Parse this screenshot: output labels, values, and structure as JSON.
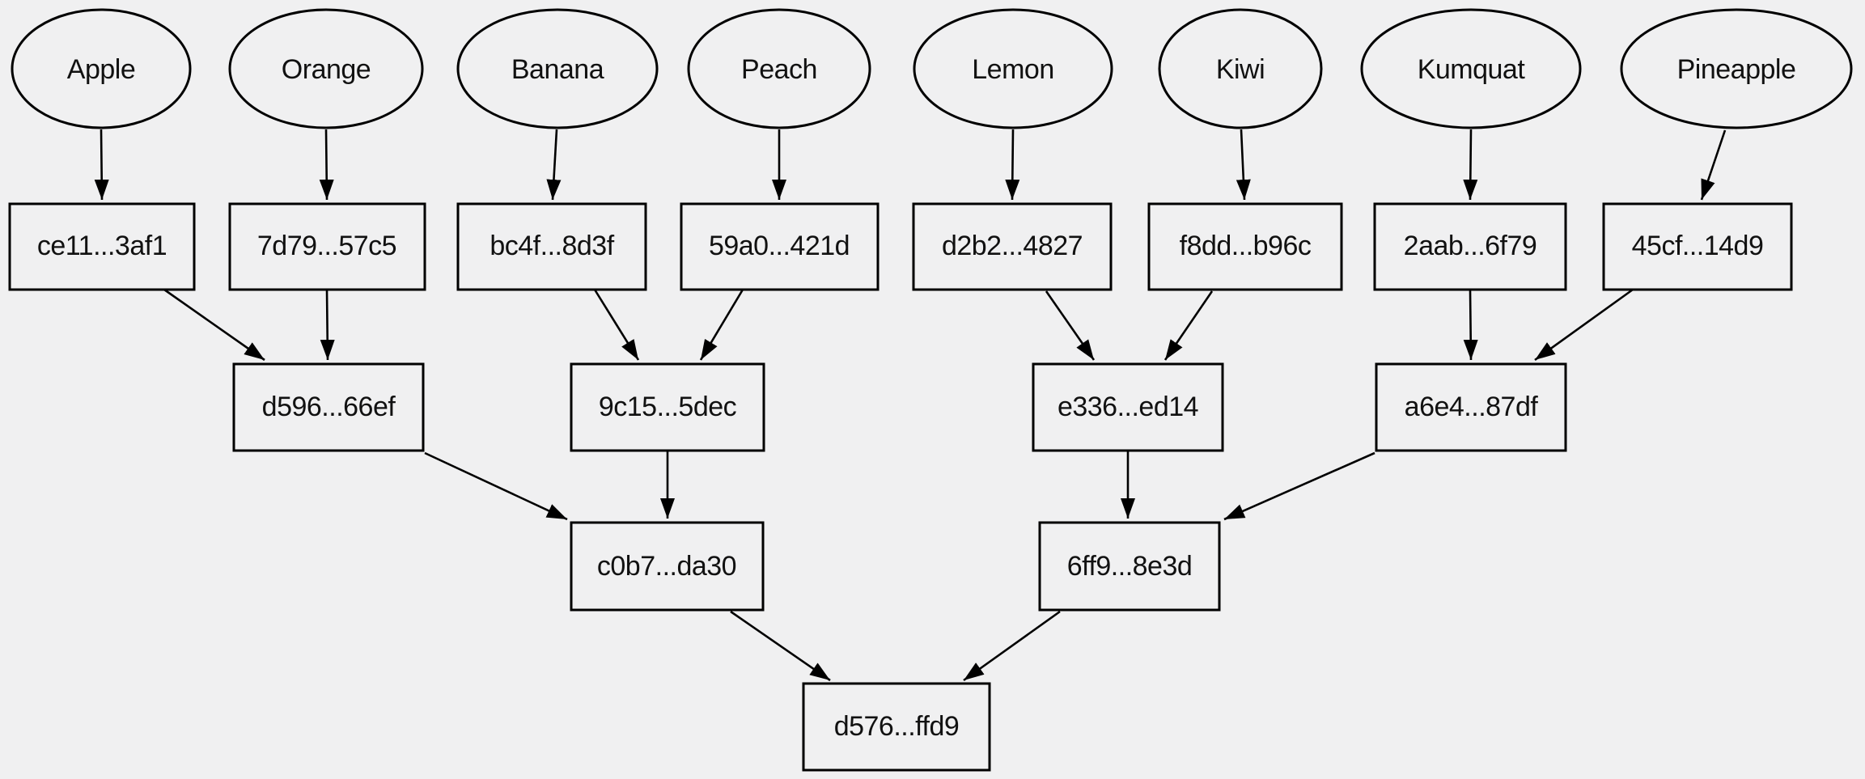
{
  "diagram": {
    "type": "merkle-tree",
    "background_color": "#f0f0f1",
    "node_fill_color": "#f0f0f1",
    "stroke_color": "#000000",
    "leaves": [
      {
        "fruit": "Apple",
        "hash": "ce11...3af1"
      },
      {
        "fruit": "Orange",
        "hash": "7d79...57c5"
      },
      {
        "fruit": "Banana",
        "hash": "bc4f...8d3f"
      },
      {
        "fruit": "Peach",
        "hash": "59a0...421d"
      },
      {
        "fruit": "Lemon",
        "hash": "d2b2...4827"
      },
      {
        "fruit": "Kiwi",
        "hash": "f8dd...b96c"
      },
      {
        "fruit": "Kumquat",
        "hash": "2aab...6f79"
      },
      {
        "fruit": "Pineapple",
        "hash": "45cf...14d9"
      }
    ],
    "internal": [
      {
        "hash": "d596...66ef",
        "children": [
          "ce11...3af1",
          "7d79...57c5"
        ]
      },
      {
        "hash": "9c15...5dec",
        "children": [
          "bc4f...8d3f",
          "59a0...421d"
        ]
      },
      {
        "hash": "e336...ed14",
        "children": [
          "d2b2...4827",
          "f8dd...b96c"
        ]
      },
      {
        "hash": "a6e4...87df",
        "children": [
          "2aab...6f79",
          "45cf...14d9"
        ]
      }
    ],
    "upper": [
      {
        "hash": "c0b7...da30",
        "children": [
          "d596...66ef",
          "9c15...5dec"
        ]
      },
      {
        "hash": "6ff9...8e3d",
        "children": [
          "e336...ed14",
          "a6e4...87df"
        ]
      }
    ],
    "root": {
      "hash": "d576...ffd9",
      "children": [
        "c0b7...da30",
        "6ff9...8e3d"
      ]
    }
  }
}
